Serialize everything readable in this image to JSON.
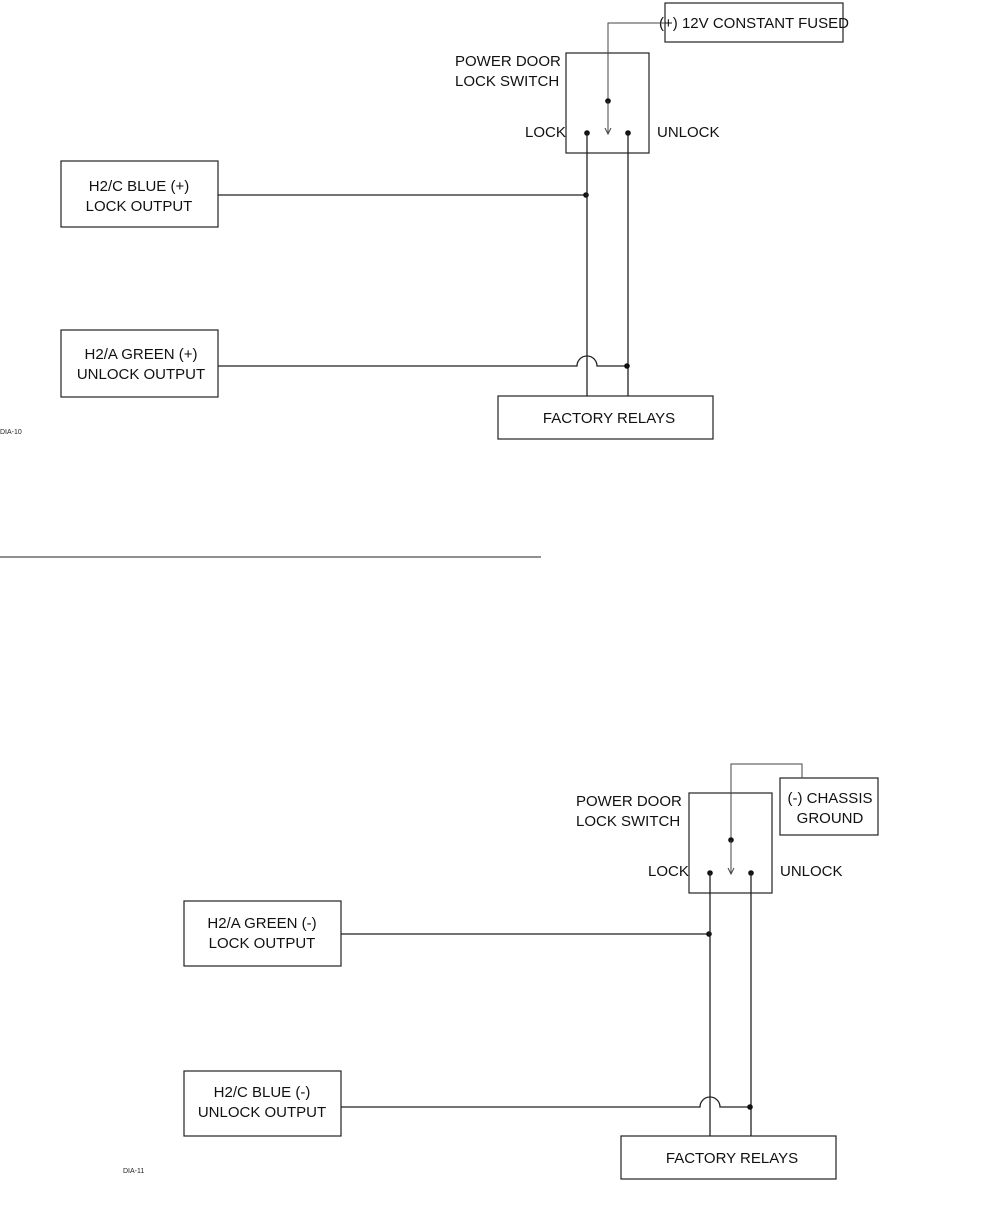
{
  "diagram_1": {
    "constant_fused": "(+) 12V CONSTANT FUSED",
    "switch_label": [
      "POWER DOOR",
      "LOCK SWITCH"
    ],
    "lock_label": "LOCK",
    "unlock_label": "UNLOCK",
    "lock_output": [
      "H2/C BLUE (+)",
      "LOCK OUTPUT"
    ],
    "unlock_output": [
      "H2/A GREEN (+)",
      "UNLOCK OUTPUT"
    ],
    "relays": "FACTORY RELAYS",
    "tag": "DIA-10"
  },
  "diagram_2": {
    "chassis_ground": [
      "(-) CHASSIS",
      "GROUND"
    ],
    "switch_label": [
      "POWER DOOR",
      "LOCK SWITCH"
    ],
    "lock_label": "LOCK",
    "unlock_label": "UNLOCK",
    "lock_output": [
      "H2/A GREEN (-)",
      "LOCK OUTPUT"
    ],
    "unlock_output": [
      "H2/C BLUE (-)",
      "UNLOCK OUTPUT"
    ],
    "relays": "FACTORY RELAYS",
    "tag": "DIA-11"
  }
}
